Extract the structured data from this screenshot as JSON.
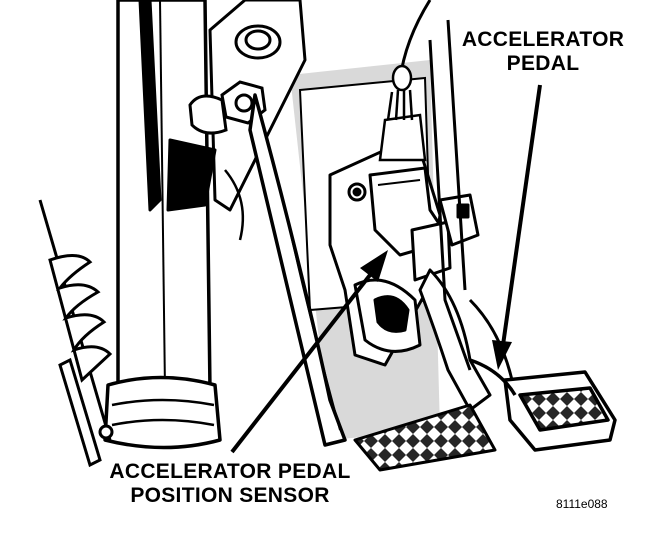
{
  "callouts": {
    "accelerator_pedal": {
      "line1": "ACCELERATOR",
      "line2": "PEDAL"
    },
    "pedal_position_sensor": {
      "line1": "ACCELERATOR PEDAL",
      "line2": "POSITION SENSOR"
    }
  },
  "figure_id": "8111e088",
  "colors": {
    "ink": "#000000",
    "paper": "#ffffff",
    "shade": "#9a9a9a"
  }
}
